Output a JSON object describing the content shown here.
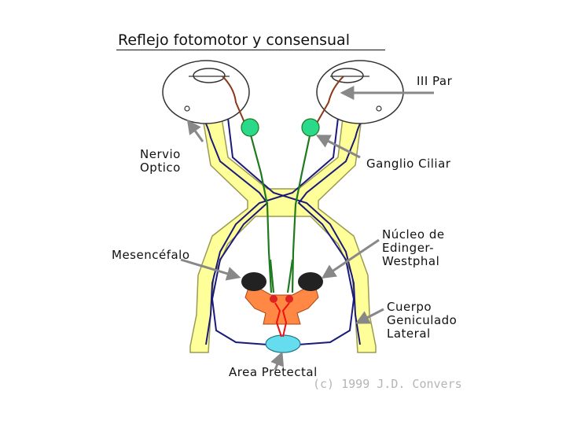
{
  "title": "Reflejo fotomotor y consensual",
  "labels": {
    "iii_par": "III Par",
    "nervio_optico": [
      "Nervio",
      "Optico"
    ],
    "ganglio_ciliar": "Ganglio Ciliar",
    "mesencefalo": "Mesencéfalo",
    "nucleo_edinger": [
      "Núcleo de",
      "Edinger-",
      "Westphal"
    ],
    "cuerpo_geniculado": [
      "Cuerpo",
      "Geniculado",
      "Lateral"
    ],
    "area_pretectal": "Area Pretectal"
  },
  "credit": "(c) 1999 J.D. Convers",
  "colors": {
    "optic_tract": "#ffff99",
    "optic_outline": "#9a9a55",
    "retinal_fiber": "#1a1a7a",
    "oculomotor_fiber": "#1e7a1e",
    "ganglion": "#2bd98a",
    "pretectal": "#66ddee",
    "midbrain": "#ff8844",
    "edinger_core": "#dd2222",
    "intercalated": "#ee1111",
    "eye_fiber": "#8a3a1a",
    "arrow": "#888888"
  }
}
